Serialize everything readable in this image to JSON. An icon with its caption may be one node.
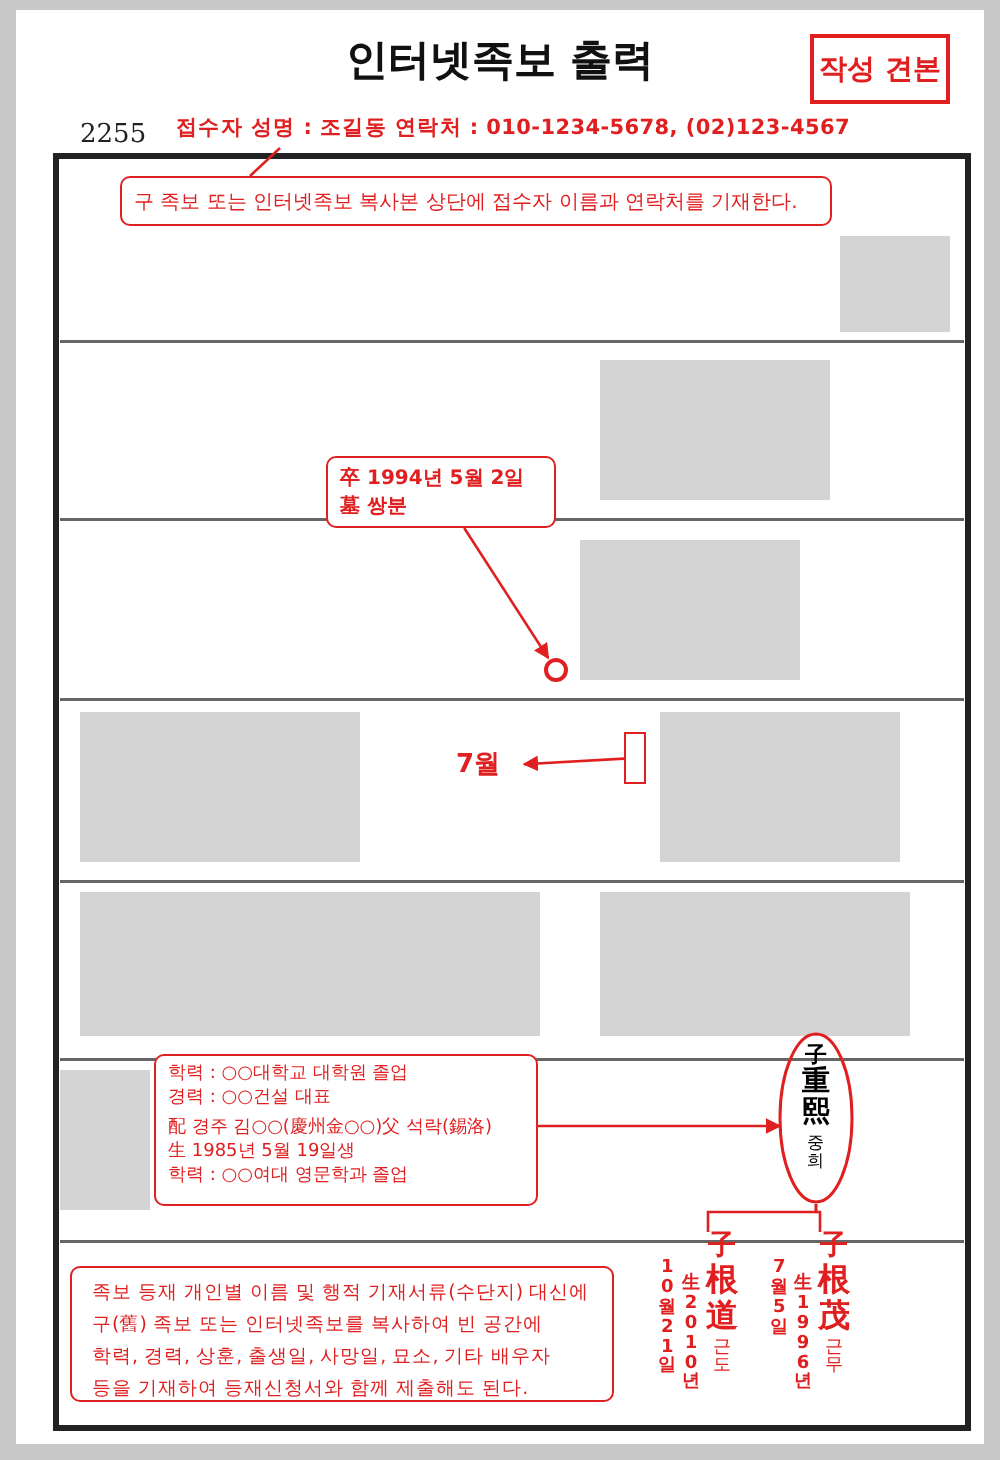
{
  "diagram": {
    "title": "인터넷족보 출력",
    "nodes": [
      {
        "text": [
          "작성 견본"
        ]
      },
      {
        "text": [
          "접수자 성명 : 조길동 연락처 : 010-1234-5678, (02)123-4567"
        ]
      },
      {
        "text": [
          "구 족보 또는 인터넷족보 복사본 상단에 접수자 이름과 연락처를 기재한다."
        ]
      },
      {
        "text": [
          "卒 1994년 5월 2일",
          "墓 쌍분"
        ]
      },
      {
        "text": [],
        "shape": "circle"
      },
      {
        "text": [],
        "shape": "box"
      },
      {
        "text": [
          "7월"
        ]
      },
      {
        "text": [
          "학력 : ○○대학교 대학원 졸업",
          "경력 : ○○건설 대표",
          "配 경주 김○○(慶州金○○)父 석락(錫洛)",
          "生 1985년 5월 19일생",
          "학력 : ○○여대 영문학과 졸업"
        ]
      },
      {
        "text": [
          "子",
          "重熙",
          "중희"
        ]
      },
      {
        "text": [
          "子",
          "根茂",
          "근무",
          "生 1996년",
          "7월5일"
        ]
      },
      {
        "text": [
          "子",
          "根道",
          "근도",
          "生 2010년",
          "10월21일"
        ]
      },
      {
        "text": [
          "족보 등재 개인별 이름 및 행적 기재서류(수단지) 대신에 구(舊) 족보 또는 인터넷족보를 복사하여 빈 공간에 학력, 경력, 상훈, 출생일, 사망일, 묘소, 기타 배우자 등을 기재하여 등재신청서와 함께 제출해도 된다."
        ]
      }
    ],
    "edges": [
      {
        "from": 2,
        "to": 1,
        "arrow": "none",
        "color": "#e02020"
      },
      {
        "from": 3,
        "to": 4,
        "arrow": "to",
        "color": "#e02020"
      },
      {
        "from": 5,
        "to": 6,
        "arrow": "to",
        "color": "#e02020"
      },
      {
        "from": 7,
        "to": 8,
        "arrow": "to",
        "color": "#e02020"
      },
      {
        "from": 8,
        "to": 9,
        "arrow": "none",
        "color": "#e02020"
      },
      {
        "from": 8,
        "to": 10,
        "arrow": "none",
        "color": "#e02020"
      }
    ],
    "labels": [
      "2255"
    ]
  }
}
